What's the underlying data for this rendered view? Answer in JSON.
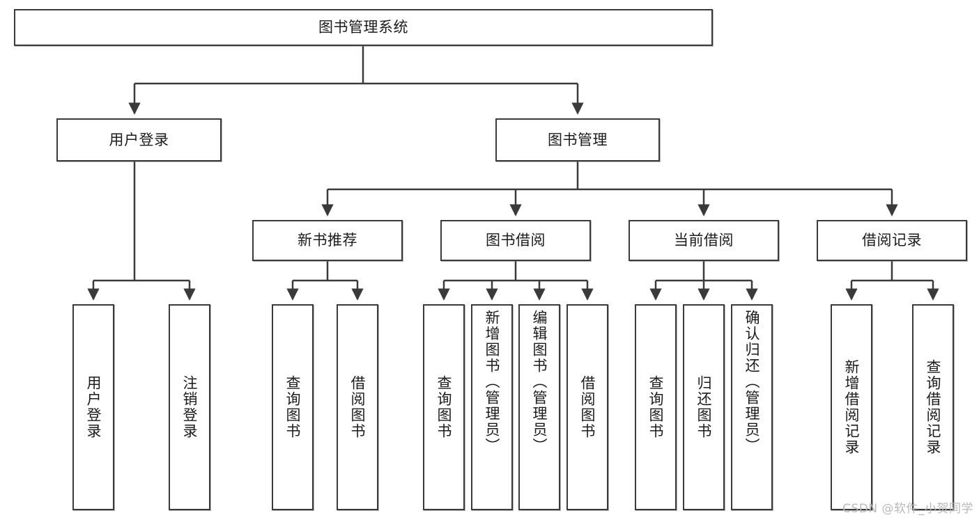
{
  "diagram": {
    "title": "图书管理系统",
    "type": "tree-hierarchy",
    "style": {
      "box_border_color": "#3a3a3a",
      "box_fill_color": "#ffffff",
      "connector_color": "#3a3a3a",
      "text_color": "#1b1b1b",
      "background_color": "#ffffff",
      "watermark_color": "#b9b9b9"
    },
    "root": {
      "label": "图书管理系统"
    },
    "level2": [
      {
        "label": "用户登录"
      },
      {
        "label": "图书管理"
      }
    ],
    "level3": [
      {
        "label": "新书推荐"
      },
      {
        "label": "图书借阅"
      },
      {
        "label": "当前借阅"
      },
      {
        "label": "借阅记录"
      }
    ],
    "leaves": {
      "user_login": [
        {
          "label": "用户登录"
        },
        {
          "label": "注销登录"
        }
      ],
      "new_book_recommend": [
        {
          "label": "查询图书"
        },
        {
          "label": "借阅图书"
        }
      ],
      "book_borrow": [
        {
          "label": "查询图书"
        },
        {
          "label": "新增图书（管理员）"
        },
        {
          "label": "编辑图书（管理员）"
        },
        {
          "label": "借阅图书"
        }
      ],
      "current_borrow": [
        {
          "label": "查询图书"
        },
        {
          "label": "归还图书"
        },
        {
          "label": "确认归还（管理员）"
        }
      ],
      "borrow_record": [
        {
          "label": "新增借阅记录"
        },
        {
          "label": "查询借阅记录"
        }
      ]
    },
    "watermark": "CSDN @软件_小贺同学"
  }
}
